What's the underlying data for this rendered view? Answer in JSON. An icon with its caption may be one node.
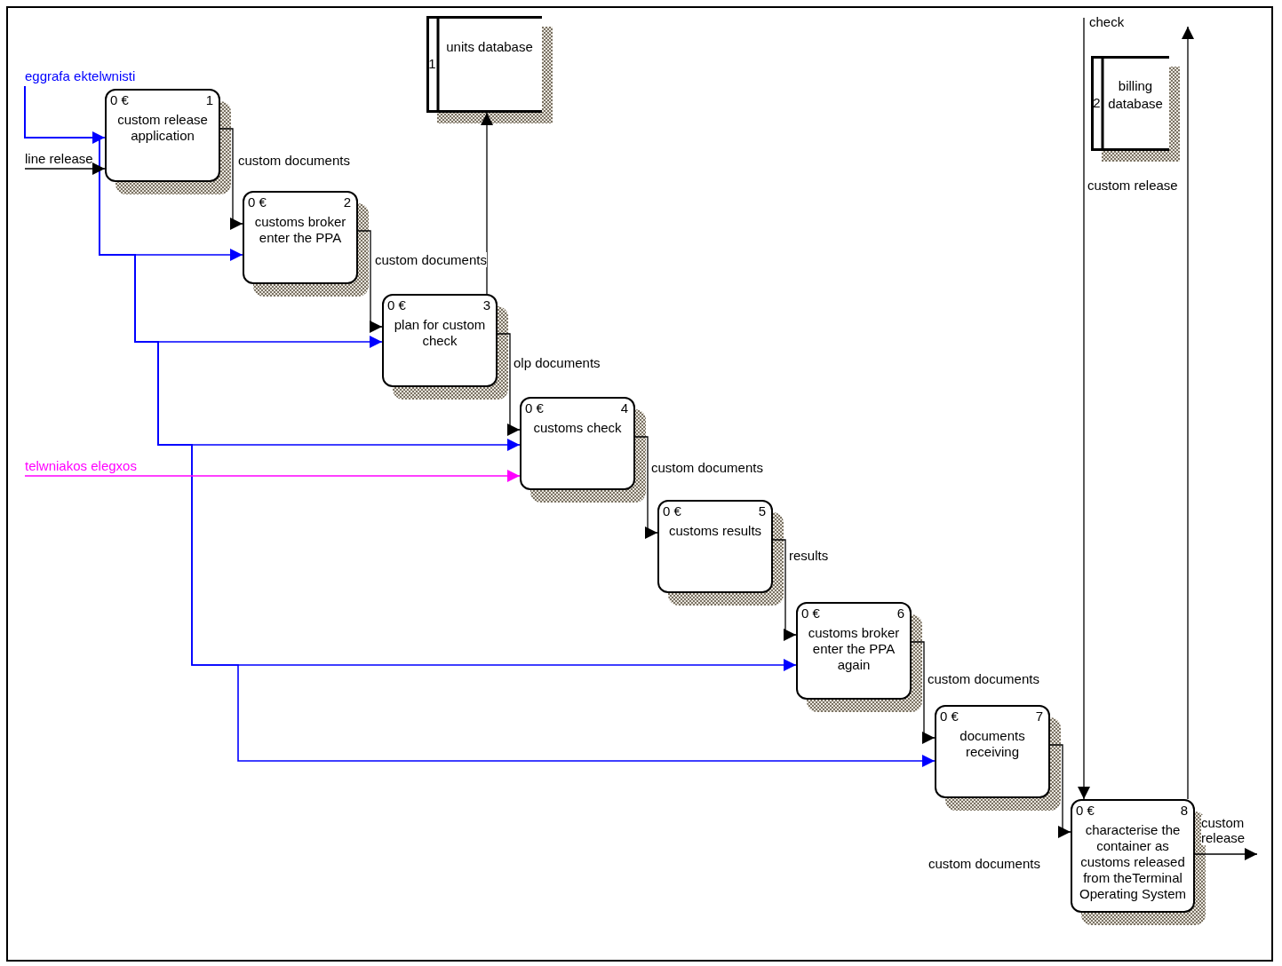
{
  "diagram": {
    "nodes": [
      {
        "text": [
          "0 €",
          "1",
          "custom release application"
        ]
      },
      {
        "text": [
          "0 €",
          "2",
          "customs broker enter the PPA"
        ]
      },
      {
        "text": [
          "0 €",
          "3",
          "plan for custom check"
        ]
      },
      {
        "text": [
          "0 €",
          "4",
          "customs check"
        ]
      },
      {
        "text": [
          "0 €",
          "5",
          "customs results"
        ]
      },
      {
        "text": [
          "0 €",
          "6",
          "customs broker enter the PPA again"
        ]
      },
      {
        "text": [
          "0 €",
          "7",
          "documents receiving"
        ]
      },
      {
        "text": [
          "0 €",
          "8",
          "characterise the container as customs released from theTerminal Operating System"
        ]
      },
      {
        "text": [
          "1",
          "units database"
        ]
      },
      {
        "text": [
          "2",
          "billing database"
        ]
      },
      {
        "text": [
          "eggrafa ektelwnisti"
        ]
      },
      {
        "text": [
          "line release"
        ]
      },
      {
        "text": [
          "telwniakos elegxos"
        ]
      }
    ],
    "edges": [
      {
        "from": 0,
        "to": 1,
        "arrow": "to",
        "label": "custom documents"
      },
      {
        "from": 1,
        "to": 2,
        "arrow": "to",
        "label": "custom documents"
      },
      {
        "from": 2,
        "to": 3,
        "arrow": "to",
        "label": "olp documents"
      },
      {
        "from": 3,
        "to": 4,
        "arrow": "to",
        "label": "custom documents"
      },
      {
        "from": 4,
        "to": 5,
        "arrow": "to",
        "label": "results"
      },
      {
        "from": 5,
        "to": 6,
        "arrow": "to",
        "label": "custom documents"
      },
      {
        "from": 6,
        "to": 7,
        "arrow": "to",
        "label": "custom documents"
      },
      {
        "from": 2,
        "to": 8,
        "arrow": "to"
      },
      {
        "from": null,
        "to": 7,
        "arrow": "to",
        "label": "check"
      },
      {
        "from": 7,
        "to": null,
        "arrow": "to",
        "label": "custom release"
      },
      {
        "from": 7,
        "to": null,
        "arrow": "to",
        "label": "custom release"
      },
      {
        "from": 10,
        "to": 0,
        "arrow": "to",
        "color": "#0000ff"
      },
      {
        "from": 10,
        "to": 1,
        "arrow": "to",
        "color": "#0000ff"
      },
      {
        "from": 10,
        "to": 2,
        "arrow": "to",
        "color": "#0000ff"
      },
      {
        "from": 10,
        "to": 3,
        "arrow": "to",
        "color": "#0000ff"
      },
      {
        "from": 10,
        "to": 5,
        "arrow": "to",
        "color": "#0000ff"
      },
      {
        "from": 10,
        "to": 6,
        "arrow": "to",
        "color": "#0000ff"
      },
      {
        "from": 11,
        "to": 0,
        "arrow": "to"
      },
      {
        "from": 12,
        "to": 3,
        "arrow": "to",
        "color": "#ff00ff"
      }
    ]
  }
}
